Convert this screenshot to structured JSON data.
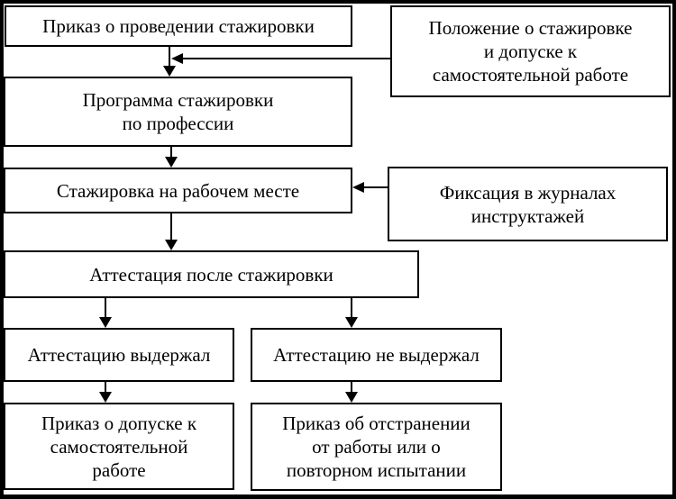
{
  "diagram": {
    "background_color": "#ffffff",
    "line_color": "#000000",
    "node_fill_color": "#ffffff",
    "nodes": {
      "order_conduct": {
        "label": "Приказ о проведении стажировки"
      },
      "regulation": {
        "label": "Положение о стажировке\nи допуске к\nсамостоятельной работе"
      },
      "program": {
        "label": "Программа стажировки\nпо профессии"
      },
      "workplace": {
        "label": "Стажировка на рабочем месте"
      },
      "journals": {
        "label": "Фиксация в журналах\nинструктажей"
      },
      "attestation": {
        "label": "Аттестация после стажировки"
      },
      "passed": {
        "label": "Аттестацию выдержал"
      },
      "failed": {
        "label": "Аттестацию не выдержал"
      },
      "order_admit": {
        "label": "Приказ о допуске к\nсамостоятельной\nработе"
      },
      "order_suspend": {
        "label": "Приказ об отстранении\nот работы или о\nповторном испытании"
      }
    },
    "edges": [
      {
        "from": "order_conduct",
        "to": "program"
      },
      {
        "from": "regulation",
        "to": "program"
      },
      {
        "from": "program",
        "to": "workplace"
      },
      {
        "from": "journals",
        "to": "workplace"
      },
      {
        "from": "workplace",
        "to": "attestation"
      },
      {
        "from": "attestation",
        "to": "passed"
      },
      {
        "from": "attestation",
        "to": "failed"
      },
      {
        "from": "passed",
        "to": "order_admit"
      },
      {
        "from": "failed",
        "to": "order_suspend"
      }
    ]
  }
}
